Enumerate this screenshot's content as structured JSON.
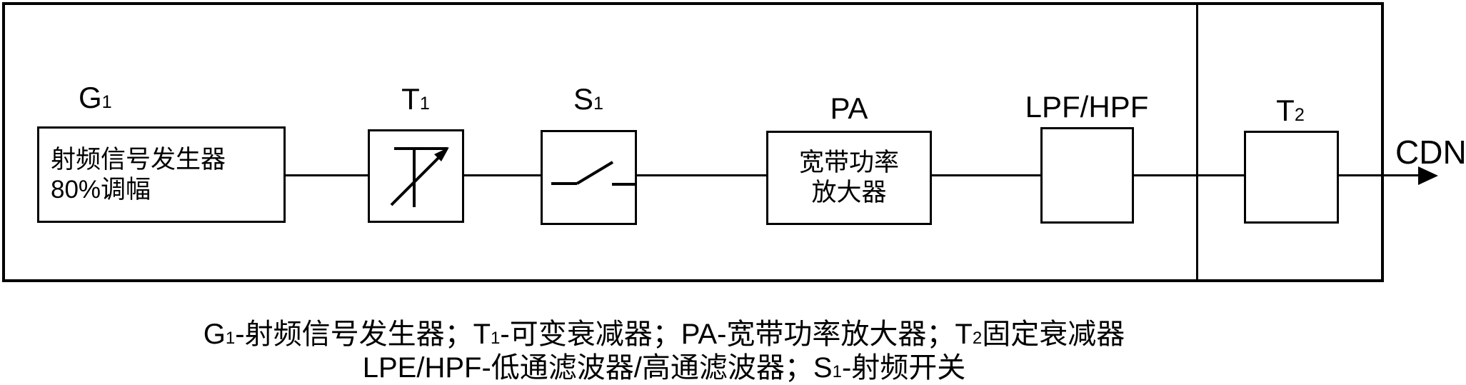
{
  "diagram": {
    "blocks": [
      {
        "name": "G1",
        "label": "G",
        "sub": "1",
        "text_lines": [
          "射频信号发生器",
          "80%调幅"
        ]
      },
      {
        "name": "T1",
        "label": "T",
        "sub": "1",
        "symbol": "variable-attenuator"
      },
      {
        "name": "S1",
        "label": "S",
        "sub": "1",
        "symbol": "rf-switch"
      },
      {
        "name": "PA",
        "label": "PA",
        "sub": "",
        "text_lines": [
          "宽带功率",
          "放大器"
        ]
      },
      {
        "name": "LPF/HPF",
        "label": "LPF/HPF",
        "sub": ""
      },
      {
        "name": "T2",
        "label": "T",
        "sub": "2"
      }
    ],
    "output_label": "CDN"
  },
  "caption": {
    "line1": [
      {
        "t": "G"
      },
      {
        "s": "1"
      },
      {
        "t": "-射频信号发生器；T"
      },
      {
        "s": "1"
      },
      {
        "t": "-可变衰减器；PA-宽带功率放大器；T"
      },
      {
        "s": "2"
      },
      {
        "t": "固定衰减器"
      }
    ],
    "line2": [
      {
        "t": "LPE/HPF-低通滤波器/高通滤波器；S"
      },
      {
        "s": "1"
      },
      {
        "t": "-射频开关"
      }
    ]
  },
  "colors": {
    "stroke": "#000000",
    "background": "#ffffff"
  }
}
